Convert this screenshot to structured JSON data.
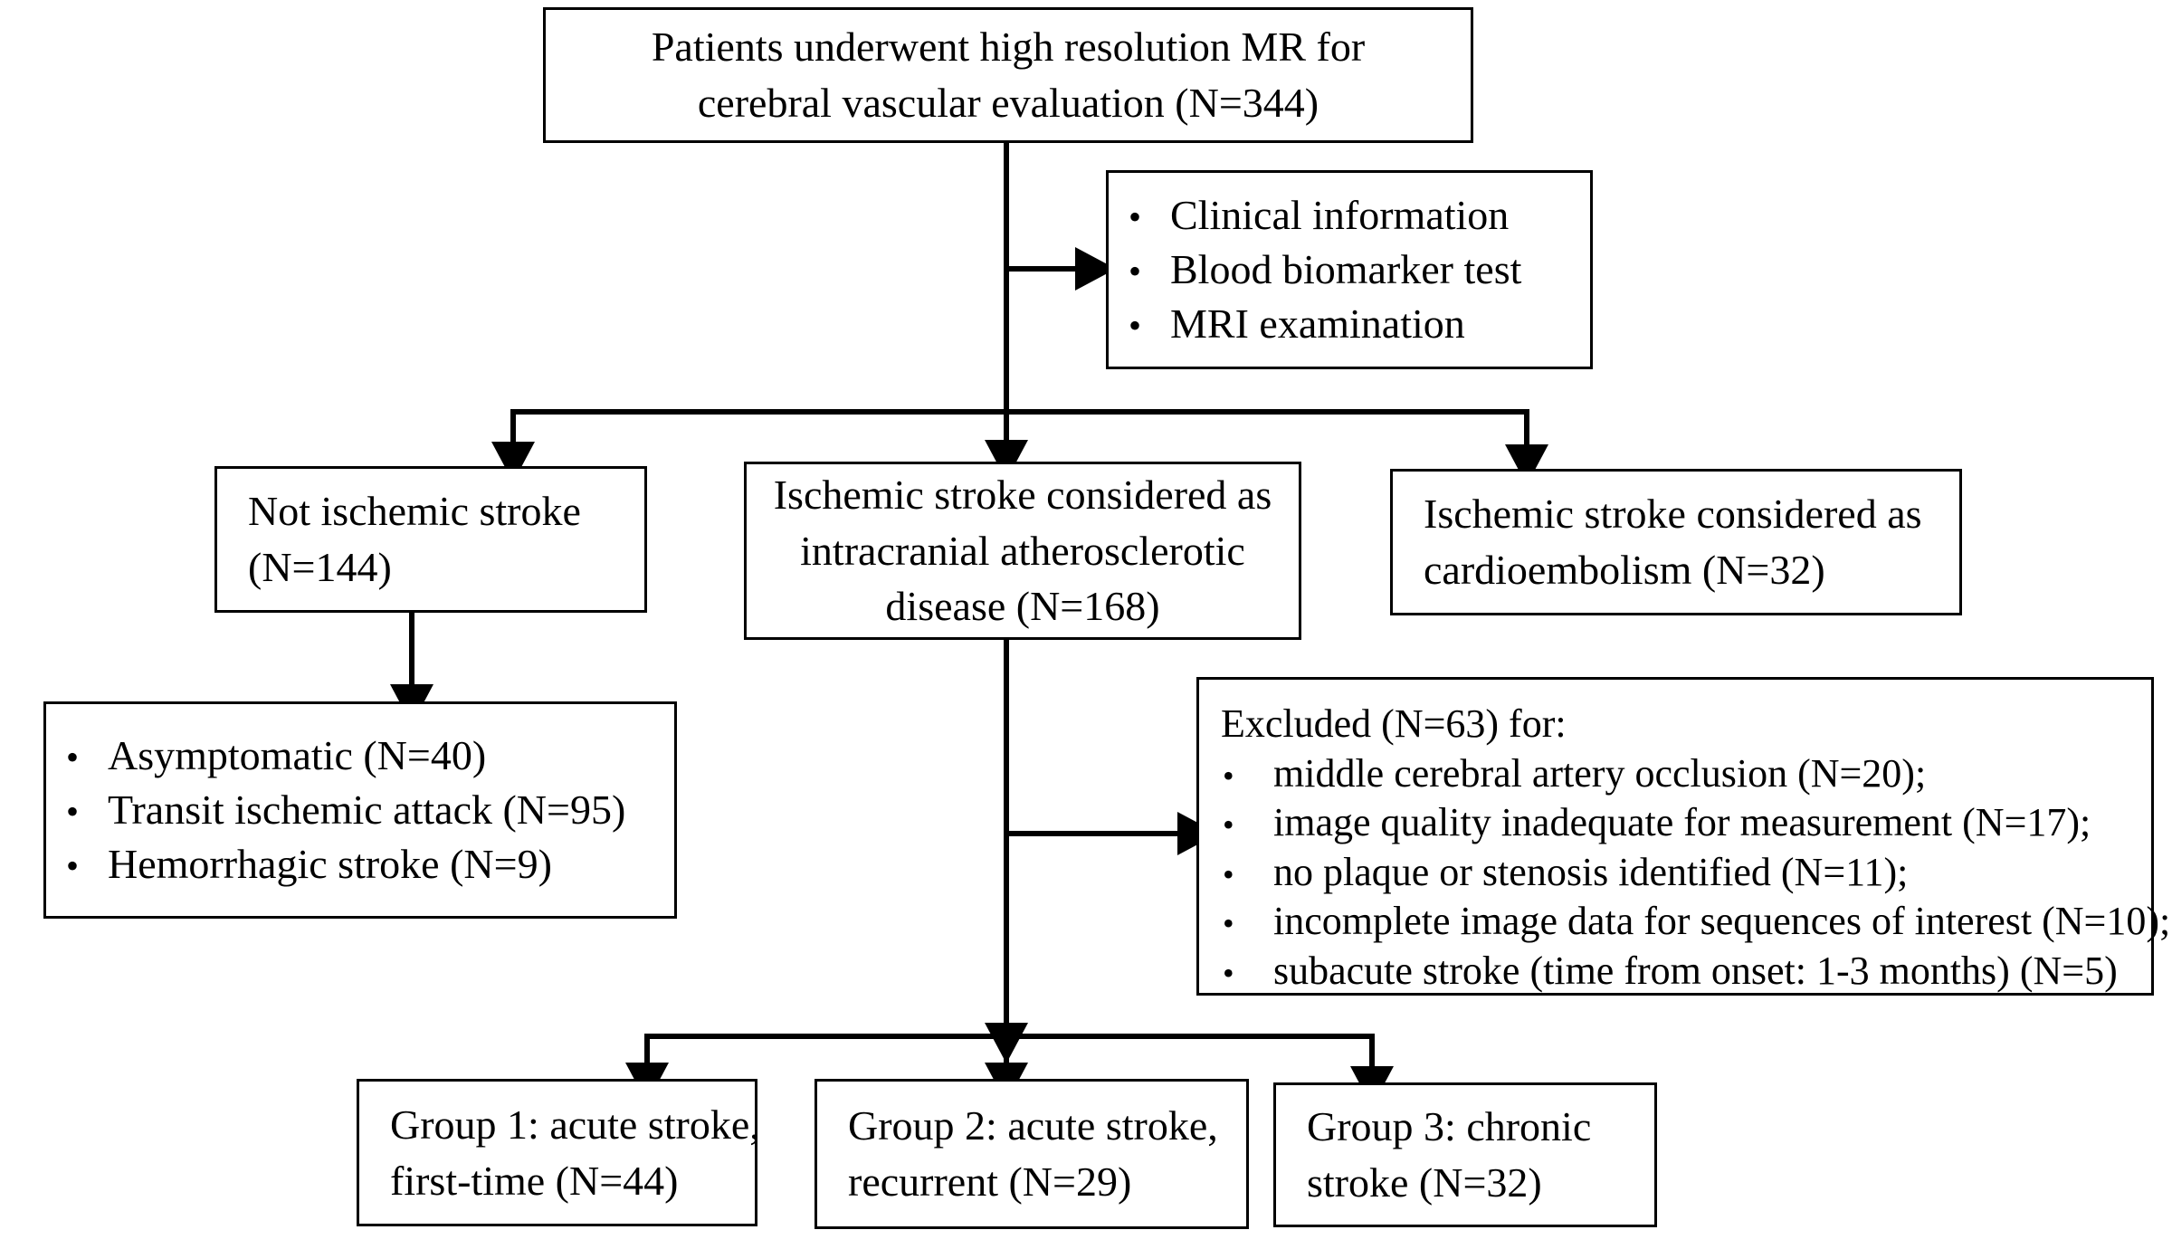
{
  "diagram": {
    "title": "Patient enrollment flowchart",
    "stroke_color": "#000000",
    "background": "#ffffff"
  },
  "nodes": {
    "top": {
      "name": "enrollment-source",
      "lines": [
        "Patients underwent high resolution MR for",
        "cerebral vascular evaluation  (N=344)"
      ]
    },
    "intake": {
      "name": "intake-assessments",
      "bullet": "•",
      "items": [
        "Clinical information",
        "Blood biomarker test",
        "MRI examination"
      ]
    },
    "not_ischemic": {
      "name": "not-ischemic-stroke",
      "lines": [
        "Not ischemic stroke",
        "(N=144)"
      ]
    },
    "icad": {
      "name": "ischemic-stroke-icad",
      "lines": [
        "Ischemic stroke considered as",
        "intracranial atherosclerotic",
        "disease (N=168)"
      ]
    },
    "cardioembolism": {
      "name": "ischemic-stroke-cardioembolism",
      "lines": [
        "Ischemic stroke considered as",
        "cardioembolism (N=32)"
      ]
    },
    "not_ischemic_detail": {
      "name": "not-ischemic-breakdown",
      "bullet": "•",
      "items": [
        "Asymptomatic (N=40)",
        "Transit ischemic attack (N=95)",
        "Hemorrhagic stroke (N=9)"
      ]
    },
    "excluded": {
      "name": "exclusion-criteria",
      "title": "Excluded (N=63) for:",
      "bullet": "•",
      "items": [
        "middle cerebral artery occlusion (N=20);",
        "image quality inadequate for measurement (N=17);",
        "no plaque or stenosis identified (N=11);",
        "incomplete image data for sequences of interest (N=10);",
        "subacute stroke (time from onset: 1-3 months) (N=5)"
      ]
    },
    "group1": {
      "name": "group-1",
      "lines": [
        "Group 1: acute stroke,",
        "first-time (N=44)"
      ]
    },
    "group2": {
      "name": "group-2",
      "lines": [
        "Group 2: acute stroke,",
        "recurrent (N=29)"
      ]
    },
    "group3": {
      "name": "group-3",
      "lines": [
        "Group 3: chronic",
        "stroke (N=32)"
      ]
    }
  },
  "counts": {
    "screened": 344,
    "not_ischemic_stroke": 144,
    "ischemic_stroke_icad": 168,
    "ischemic_stroke_cardioembolism": 32,
    "asymptomatic": 40,
    "transit_ischemic_attack": 95,
    "hemorrhagic_stroke": 9,
    "excluded_total": 63,
    "excluded_mca_occlusion": 20,
    "excluded_image_quality": 17,
    "excluded_no_plaque": 11,
    "excluded_incomplete_data": 10,
    "excluded_subacute": 5,
    "group1_acute_first_time": 44,
    "group2_acute_recurrent": 29,
    "group3_chronic": 32
  }
}
